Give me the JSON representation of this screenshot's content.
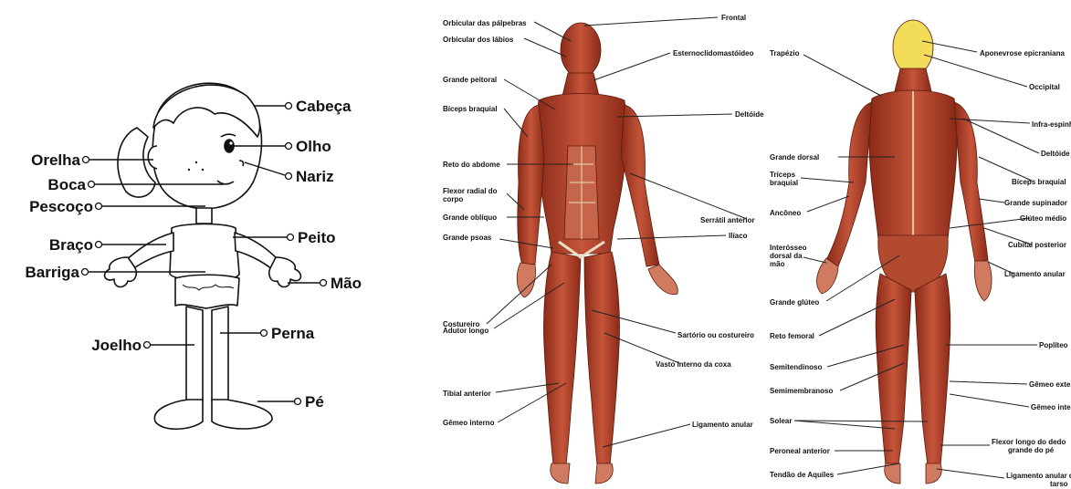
{
  "colors": {
    "muscle": "#b5442c",
    "muscle_dark": "#7a2414",
    "tendon": "#e9dcc0",
    "skull": "#f3dc5a",
    "ink": "#111111"
  },
  "child_diagram": {
    "labels": {
      "cabeca": "Cabeça",
      "olho": "Olho",
      "nariz": "Nariz",
      "orelha": "Orelha",
      "boca": "Boca",
      "pescoco": "Pescoço",
      "braco": "Braço",
      "peito": "Peito",
      "barriga": "Barriga",
      "mao": "Mão",
      "joelho": "Joelho",
      "perna": "Perna",
      "pe": "Pé"
    }
  },
  "muscle_front": {
    "labels": {
      "orbicular_palpebras": "Orbicular das pálpebras",
      "frontal": "Frontal",
      "orbicular_labios": "Orbicular dos lábios",
      "esternocleido": "Esternoclidomastóideo",
      "grande_peitoral": "Grande peitoral",
      "biceps_braquial": "Bíceps braquial",
      "deltoide": "Deltóide",
      "reto_abdome": "Reto do abdome",
      "flexor_radial_1": "Flexor radial do",
      "flexor_radial_2": "corpo",
      "serratil": "Serrátil anterior",
      "grande_obliquo": "Grande oblíquo",
      "grande_psoas": "Grande psoas",
      "iliaco": "Ilíaco",
      "costureiro": "Costureiro",
      "adutor_longo": "Adutor longo",
      "sartorio": "Sartório ou costureiro",
      "vasto_interno": "Vasto interno da coxa",
      "tibial_anterior": "Tibial anterior",
      "gemeo_interno": "Gêmeo interno",
      "ligamento_anular": "Ligamento anular"
    }
  },
  "muscle_back": {
    "labels": {
      "trapezio": "Trapézio",
      "aponevrose": "Aponevrose epicraniana",
      "occipital": "Occipital",
      "infra_espinhal": "Infra-espinhal",
      "deltoide": "Deltóide",
      "grande_dorsal": "Grande dorsal",
      "triceps_1": "Tríceps",
      "triceps_2": "braquial",
      "biceps_braquial": "Bíceps braquial",
      "grande_supinador": "Grande supinador",
      "gluteo_medio": "Glúteo médio",
      "ancoeno": "Ancôneo",
      "cubital_posterior": "Cubital posterior",
      "interosseo_1": "Interósseo",
      "interosseo_2": "dorsal da",
      "interosseo_3": "mão",
      "ligamento_anular": "Ligamento anular",
      "grande_gluteo": "Grande glúteo",
      "reto_femoral": "Reto femoral",
      "popliteo": "Poplíteo",
      "semitendinoso": "Semitendinoso",
      "gemeo_externo": "Gêmeo externo",
      "semimembranoso": "Semimembranoso",
      "gemeo_interno": "Gêmeo interno",
      "solear": "Solear",
      "flexor_longo_1": "Flexor longo do dedo",
      "flexor_longo_2": "grande do pé",
      "peroneal_anterior": "Peroneal anterior",
      "tendao_aquiles": "Tendão de Aquiles",
      "ligamento_tarso_1": "Ligamento anular do",
      "ligamento_tarso_2": "tarso"
    }
  }
}
